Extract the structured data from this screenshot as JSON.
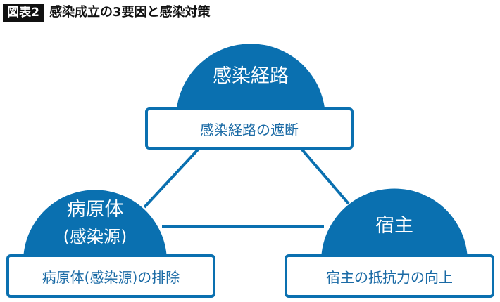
{
  "header": {
    "badge": "図表2",
    "title": "感染成立の3要因と感染対策"
  },
  "colors": {
    "accent": "#0a70b0"
  },
  "nodes": {
    "route": {
      "label": "感染経路",
      "measure": "感染経路の遮断"
    },
    "pathogen": {
      "label": "病原体",
      "sublabel": "(感染源)",
      "measure": "病原体(感染源)の排除"
    },
    "host": {
      "label": "宿主",
      "measure": "宿主の抵抗力の向上"
    }
  }
}
